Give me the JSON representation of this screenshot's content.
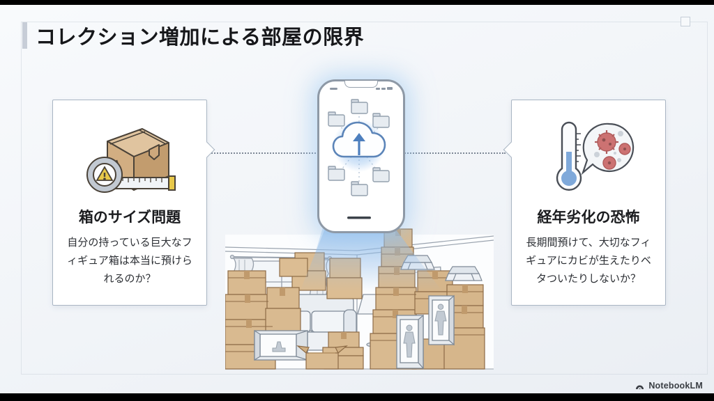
{
  "header": {
    "title": "コレクション増加による部屋の限界"
  },
  "cards": {
    "left": {
      "title": "箱のサイズ問題",
      "body": "自分の持っている巨大なフィギュア箱は本当に預けられるのか？",
      "icon": "measuring-tape-box-icon"
    },
    "right": {
      "title": "経年劣化の恐怖",
      "body": "長期間預けて、大切なフィギュアにカビが生えたりベタついたりしないか？",
      "icon": "thermometer-mold-icon"
    }
  },
  "phone": {
    "screen_icon": "cloud-upload-icon",
    "surrounding_icons": "folder-icons"
  },
  "illustration": "room-filled-with-cardboard-boxes",
  "footer": {
    "brand": "NotebookLM"
  },
  "colors": {
    "accent_blue": "#4d7fbe",
    "glow_blue": "#9cc3ec",
    "box_tan": "#d9ba90",
    "box_tan_dark": "#c3a077",
    "alert_red": "#c86b6b",
    "warning_yellow": "#e8c84a",
    "card_border": "#a9b5c3",
    "title_text": "#16171a"
  }
}
